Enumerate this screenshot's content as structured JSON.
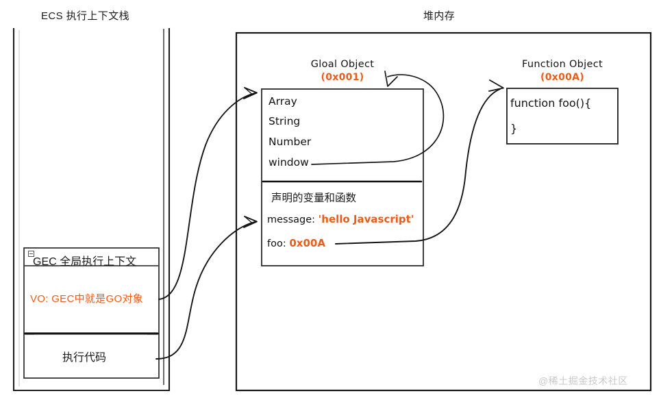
{
  "diagram": {
    "title_left": "ECS 执行上下文栈",
    "title_right": "堆内存",
    "watermark": "@稀土掘金技术社区",
    "accent_color": "#ef5a16",
    "ink_color": "#111111"
  },
  "global_object": {
    "title": "Gloal Object",
    "address": "(0x001)",
    "builtins": [
      "Array",
      "String",
      "Number",
      "window"
    ],
    "section_header": "声明的变量和函数",
    "entries": [
      {
        "key": "message:",
        "value": "'hello Javascript'"
      },
      {
        "key": "foo:",
        "value": "0x00A"
      }
    ]
  },
  "function_object": {
    "title": "Function Object",
    "address": "(0x00A)",
    "code_open": "function foo(){",
    "code_close": "}"
  },
  "gec": {
    "title": "GEC 全局执行上下文",
    "vo_text": "VO: GEC中就是GO对象",
    "code_text": "执行代码",
    "collapse_icon": "minimize-icon"
  }
}
